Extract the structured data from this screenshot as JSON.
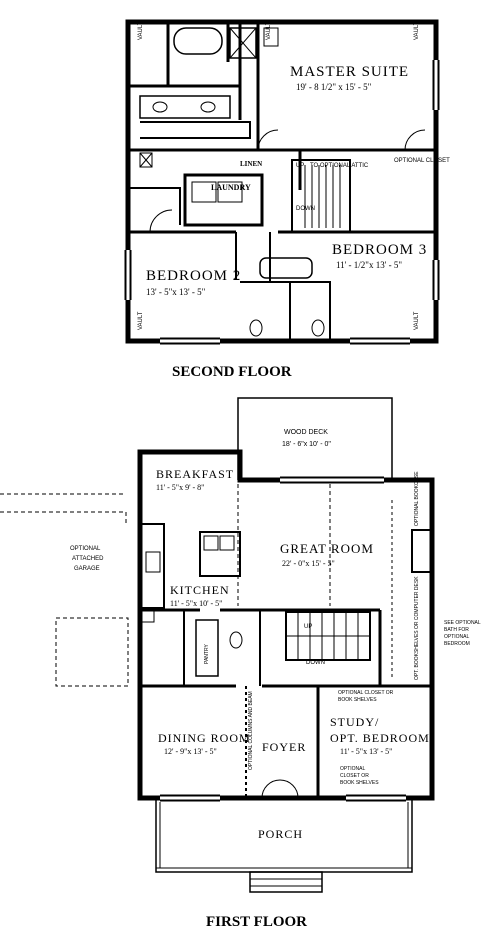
{
  "second_floor": {
    "title": "SECOND FLOOR",
    "rooms": {
      "master_suite": {
        "name": "MASTER SUITE",
        "dims": "19' - 8 1/2\" x 15' - 5\""
      },
      "bedroom_2": {
        "name": "BEDROOM 2",
        "dims": "13' - 5\"x 13' - 5\""
      },
      "bedroom_3": {
        "name": "BEDROOM 3",
        "dims": "11' - 1/2\"x 13' - 5\""
      },
      "laundry": {
        "name": "LAUNDRY"
      },
      "linen": {
        "name": "LINEN"
      },
      "optional_closet": {
        "name": "OPTIONAL CLOSET"
      }
    },
    "notes": {
      "stair_up": "UP",
      "stair_up_attic": "TO OPTIONAL ATTIC",
      "stair_down": "DOWN",
      "vault": "VAULT"
    }
  },
  "first_floor": {
    "title": "FIRST FLOOR",
    "rooms": {
      "wood_deck": {
        "name": "WOOD DECK",
        "dims": "18' - 6\"x 10' - 0\""
      },
      "breakfast": {
        "name": "BREAKFAST",
        "dims": "11' - 5\"x 9' - 8\""
      },
      "great_room": {
        "name": "GREAT ROOM",
        "dims": "22' - 0\"x 15' - 5\""
      },
      "kitchen": {
        "name": "KITCHEN",
        "dims": "11' - 5\"x 10' - 5\""
      },
      "dining_room": {
        "name": "DINING ROOM",
        "dims": "12' - 9\"x 13' - 5\""
      },
      "foyer": {
        "name": "FOYER"
      },
      "study": {
        "name_line1": "STUDY/",
        "name_line2": "OPT. BEDROOM",
        "dims": "11' - 5\"x 13' - 5\""
      },
      "porch": {
        "name": "PORCH"
      },
      "pantry": {
        "name": "PANTRY"
      }
    },
    "notes": {
      "garage_1": "OPTIONAL",
      "garage_2": "ATTACHED",
      "garage_3": "GARAGE",
      "bath_1": "SEE OPTIONAL",
      "bath_2": "BATH FOR",
      "bath_3": "OPTIONAL",
      "bath_4": "BEDROOM",
      "optional_bookcase": "OPTIONAL BOOKCASE",
      "opt_bookshelves": "OPT. BOOKSHELVES OR COMPUTER DESK",
      "optional_columns": "OPTIONAL COLUMNS AND BEAM",
      "closet_top_1": "OPTIONAL CLOSET OR",
      "closet_top_2": "BOOK SHELVES",
      "closet_bot_1": "OPTIONAL",
      "closet_bot_2": "CLOSET OR",
      "closet_bot_3": "BOOK SHELVES",
      "stair_up": "UP",
      "stair_down": "DOWN"
    }
  }
}
